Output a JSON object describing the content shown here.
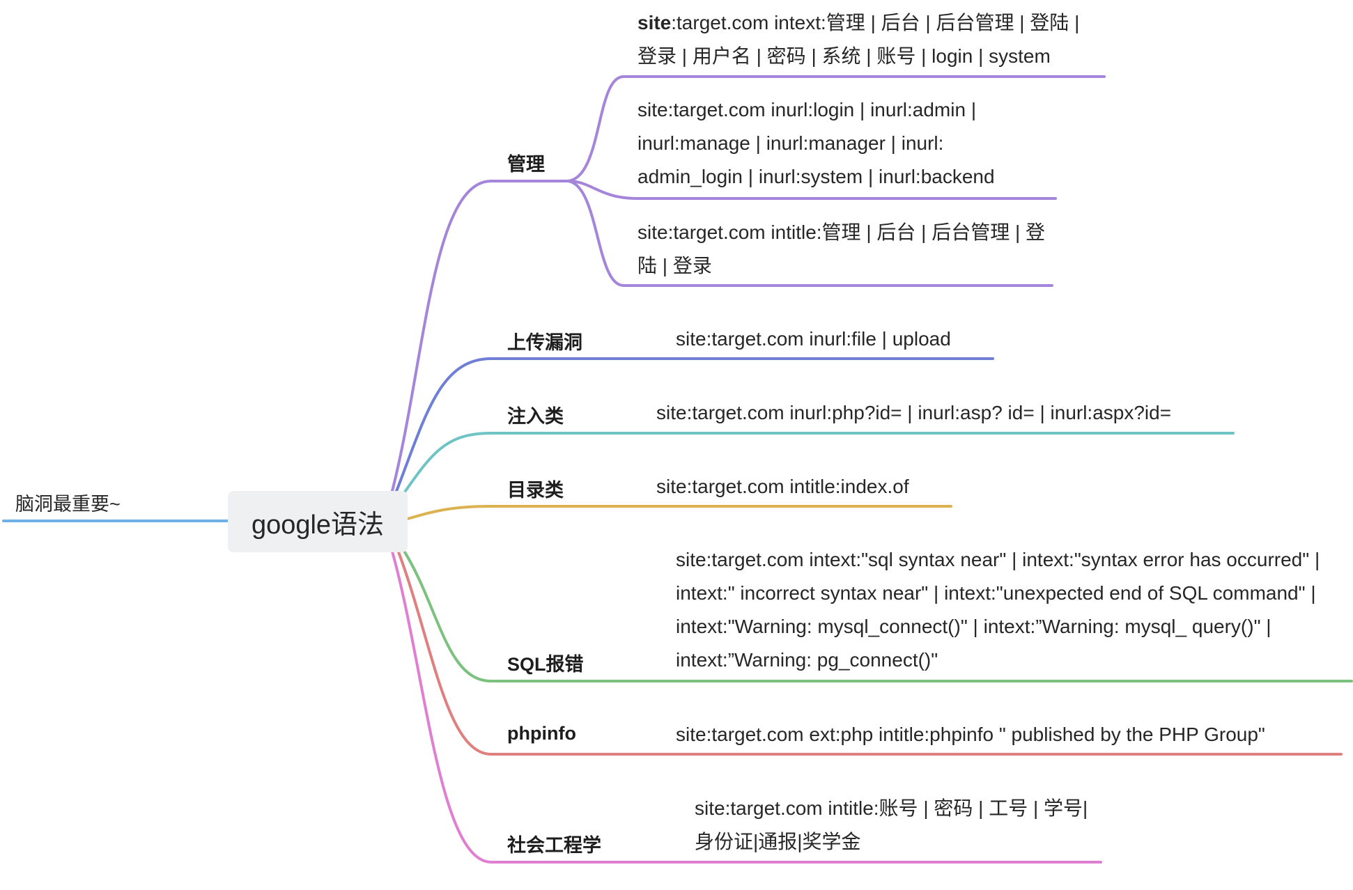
{
  "mindmap": {
    "root": "google语法",
    "left_node": "脑洞最重要~",
    "branches": [
      {
        "label": "管理",
        "color": "#a585d9",
        "leaves": [
          {
            "lead": "site",
            "text": ":target.com intext:管理 | 后台 | 后台管理 | 登陆 | 登录 | 用户名 | 密码 | 系统 | 账号 | login | system"
          },
          {
            "text": "site:target.com inurl:login | inurl:admin | inurl:manage | inurl:manager | inurl: admin_login | inurl:system | inurl:backend"
          },
          {
            "text": "site:target.com intitle:管理 | 后台 | 后台管理 | 登陆 | 登录"
          }
        ]
      },
      {
        "label": "上传漏洞",
        "color": "#6f7fd6",
        "leaves": [
          {
            "text": "site:target.com inurl:file | upload"
          }
        ]
      },
      {
        "label": "注入类",
        "color": "#6ec4c4",
        "leaves": [
          {
            "text": "site:target.com inurl:php?id= | inurl:asp? id= | inurl:aspx?id="
          }
        ]
      },
      {
        "label": "目录类",
        "color": "#dbb24f",
        "leaves": [
          {
            "text": "site:target.com intitle:index.of"
          }
        ]
      },
      {
        "label": "SQL报错",
        "color": "#7cc27e",
        "leaves": [
          {
            "text": "site:target.com intext:\"sql syntax near\" | intext:\"syntax error has occurred\" | intext:\" incorrect syntax near\" | intext:\"unexpected end of SQL command\" | intext:\"Warning: mysql_connect()\" | intext:”Warning: mysql_ query()\" | intext:”Warning: pg_connect()\""
          }
        ]
      },
      {
        "label": "phpinfo",
        "color": "#e07f7f",
        "leaves": [
          {
            "text": "site:target.com ext:php intitle:phpinfo \" published by the PHP Group\""
          }
        ]
      },
      {
        "label": "社会工程学",
        "color": "#e07fd2",
        "leaves": [
          {
            "text": "site:target.com intitle:账号 | 密码 | 工号 | 学号|身份证|通报|奖学金"
          }
        ]
      }
    ],
    "left_color": "#6fb0e6"
  }
}
